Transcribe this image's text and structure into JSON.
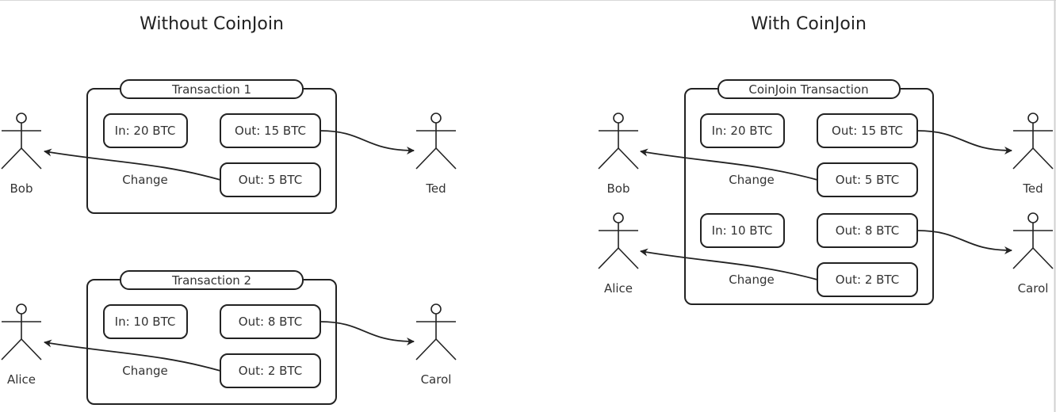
{
  "panels": [
    {
      "title": "Without CoinJoin",
      "transactions": [
        {
          "name": "Transaction 1",
          "rows": [
            {
              "input": "In: 20 BTC",
              "output": "Out: 15 BTC",
              "recipient": "Ted"
            },
            {
              "input": null,
              "change_label": "Change",
              "output": "Out: 5 BTC",
              "recipient": "Bob"
            }
          ],
          "sender": "Bob"
        },
        {
          "name": "Transaction 2",
          "rows": [
            {
              "input": "In: 10 BTC",
              "output": "Out: 8 BTC",
              "recipient": "Carol"
            },
            {
              "input": null,
              "change_label": "Change",
              "output": "Out: 2 BTC",
              "recipient": "Alice"
            }
          ],
          "sender": "Alice"
        }
      ]
    },
    {
      "title": "With CoinJoin",
      "transactions": [
        {
          "name": "CoinJoin Transaction",
          "rows": [
            {
              "input": "In: 20 BTC",
              "output": "Out: 15 BTC",
              "recipient": "Ted"
            },
            {
              "input": null,
              "change_label": "Change",
              "output": "Out: 5 BTC",
              "recipient": "Bob"
            },
            {
              "input": "In: 10 BTC",
              "output": "Out: 8 BTC",
              "recipient": "Carol"
            },
            {
              "input": null,
              "change_label": "Change",
              "output": "Out: 2 BTC",
              "recipient": "Alice"
            }
          ]
        }
      ]
    }
  ],
  "actors": {
    "bob": "Bob",
    "alice": "Alice",
    "ted": "Ted",
    "carol": "Carol"
  }
}
